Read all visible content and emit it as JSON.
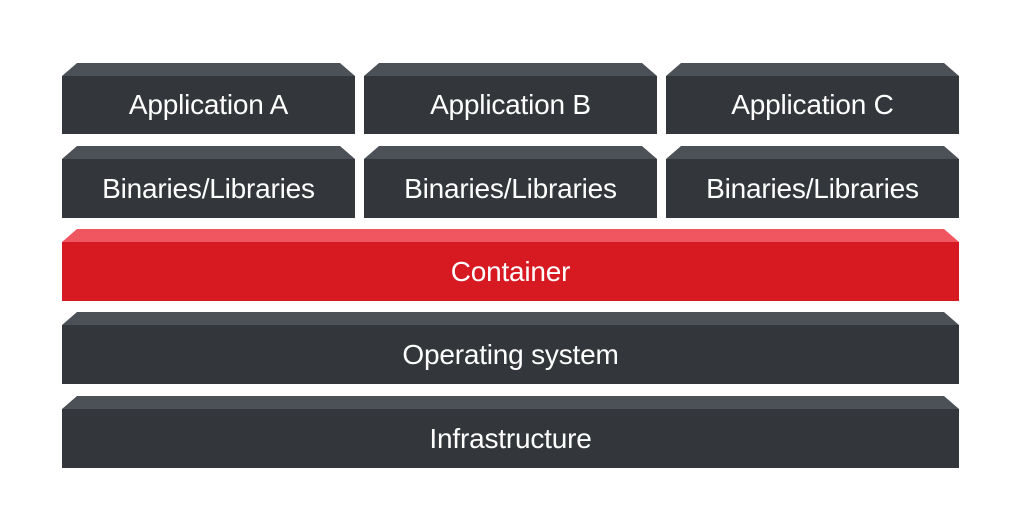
{
  "layers": {
    "applications": [
      "Application A",
      "Application B",
      "Application C"
    ],
    "binaries": [
      "Binaries/Libraries",
      "Binaries/Libraries",
      "Binaries/Libraries"
    ],
    "container": "Container",
    "operating_system": "Operating system",
    "infrastructure": "Infrastructure"
  },
  "colors": {
    "block_face": "#33373b",
    "block_top": "#4b5157",
    "container_face": "#d71921",
    "container_top": "#ef5660",
    "text": "#ffffff",
    "background": "#ffffff"
  }
}
